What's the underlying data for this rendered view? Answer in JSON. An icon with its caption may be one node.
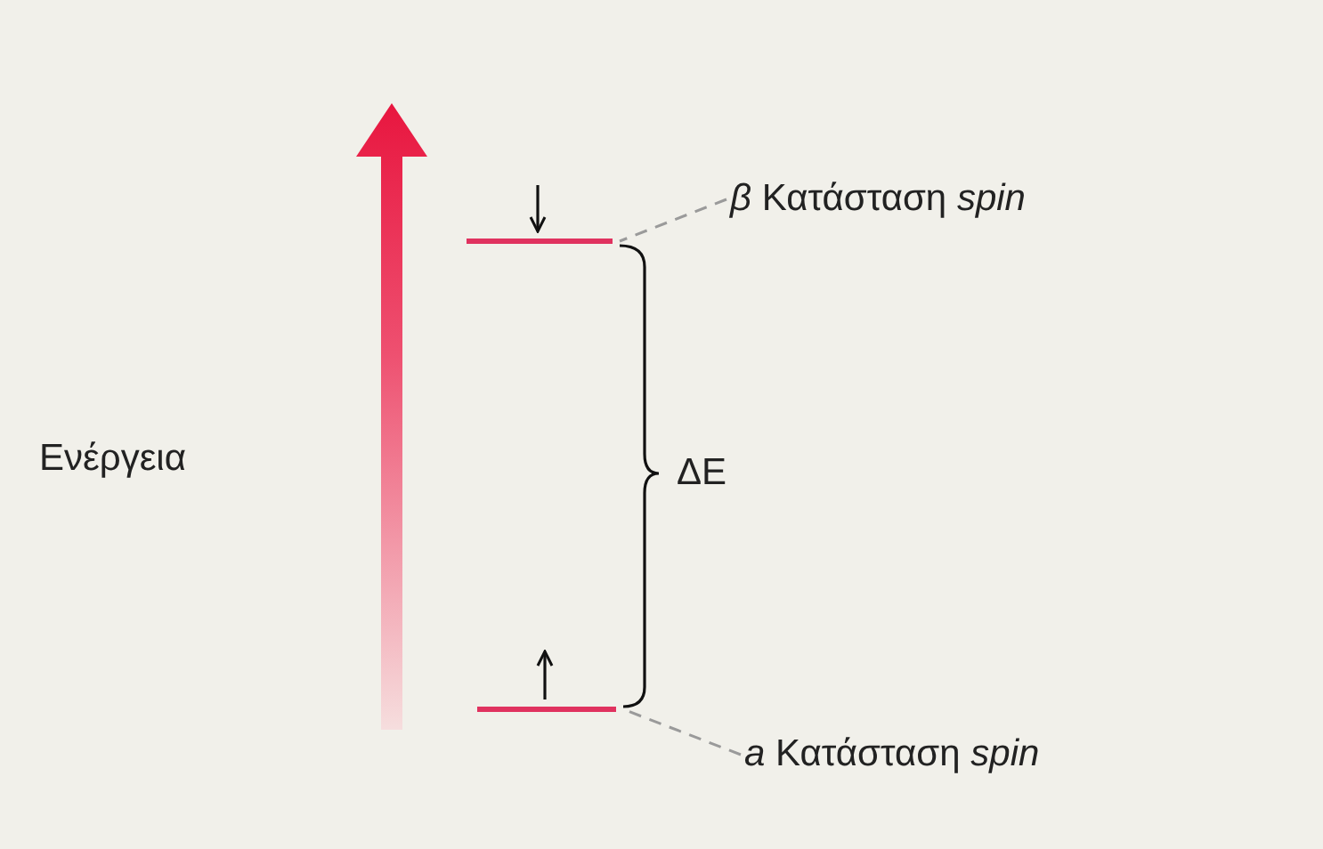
{
  "diagram": {
    "nodes": [
      {
        "text": [
          "*β* Κατάσταση *spin*"
        ]
      },
      {
        "text": [],
        "shape": "bar"
      },
      {
        "text": [
          "*a* Κατάσταση *spin*"
        ]
      },
      {
        "text": [],
        "shape": "bar"
      }
    ],
    "edges": [
      {
        "from": 0,
        "to": 1,
        "arrow": "none",
        "style": "dashed"
      },
      {
        "from": 2,
        "to": 3,
        "arrow": "none",
        "style": "dashed"
      }
    ],
    "labels": [
      "Ενέργεια",
      "ΔE"
    ]
  }
}
